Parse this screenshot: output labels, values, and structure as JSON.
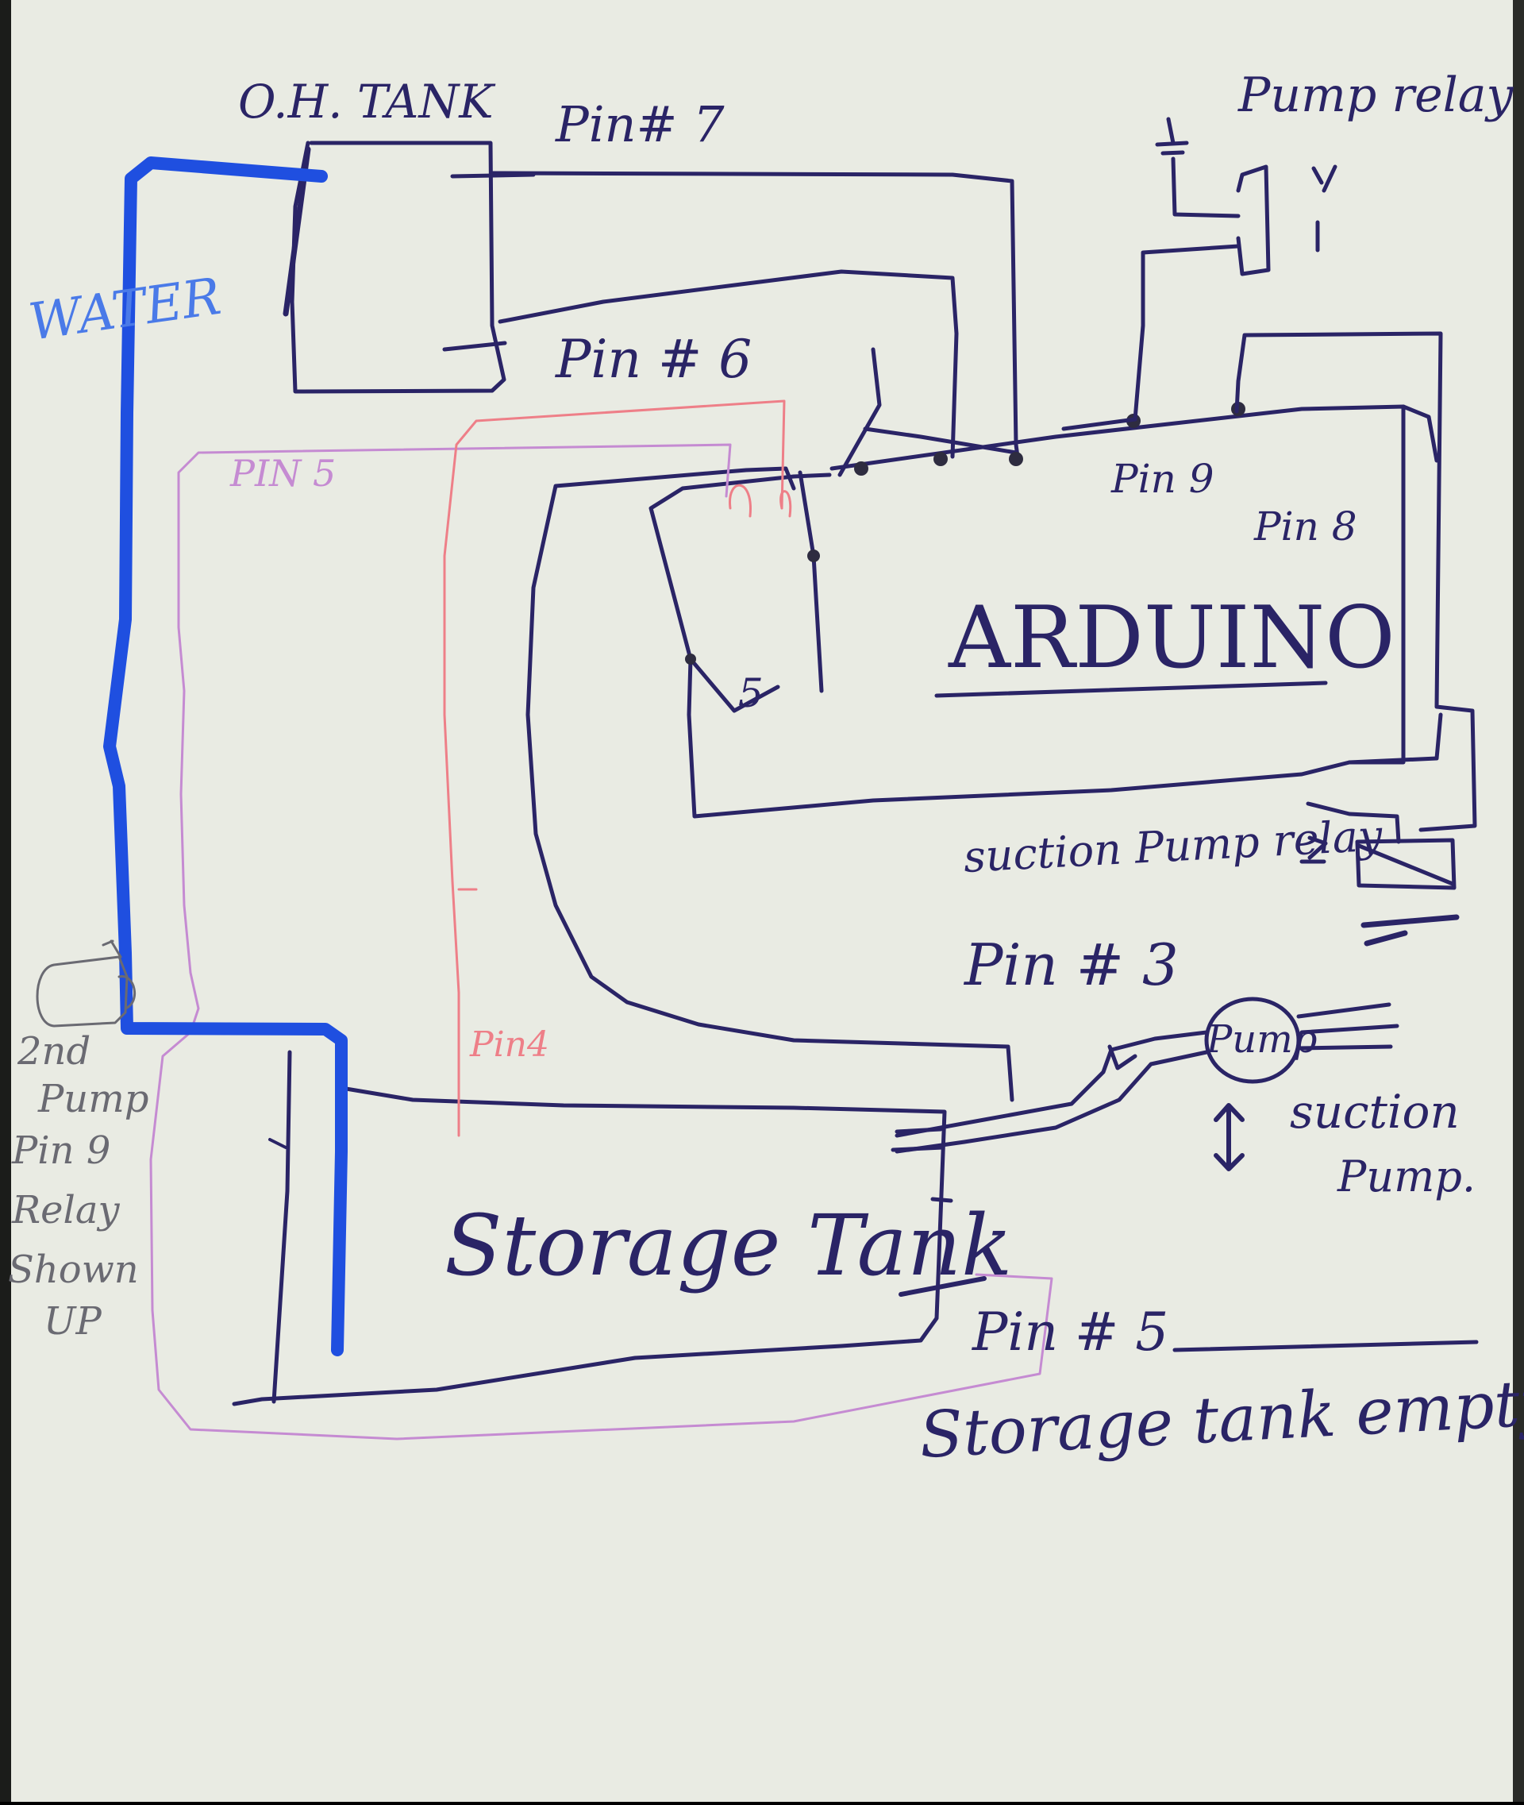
{
  "colors": {
    "paper": "#e9ebe3",
    "ink": "#2a2466",
    "ink_grey": "#2e2c40",
    "water": "#1f4fe0",
    "water_label": "#4a7ae8",
    "pin4_wire": "#ee7f88",
    "pin5_wire": "#c58bd2",
    "pencil": "#6a6a72"
  },
  "labels": {
    "oh_tank": "O.H. TANK",
    "pin7": "Pin# 7",
    "pump_relay": "Pump relay",
    "water": "WATER",
    "pin6": "Pin # 6",
    "pin5_top": "PIN 5",
    "pin9": "Pin 9",
    "pin8": "Pin 8",
    "arduino": "ARDUINO",
    "arduino_mark": "5",
    "suction_pump_relay": "suction Pump relay",
    "pin3": "Pin # 3",
    "pump": "Pump",
    "suction_pump_1": "suction",
    "suction_pump_2": "Pump.",
    "pin4": "Pin4",
    "second_pump_1": "2nd",
    "second_pump_2": "Pump",
    "second_pump_3": "Pin 9",
    "second_pump_4": "Relay",
    "second_pump_5": "Shown",
    "second_pump_6": "UP",
    "storage_tank": "Storage Tank",
    "pin5_bottom": "Pin # 5",
    "storage_empty": "Storage tank empty"
  },
  "icons": [
    "ground-symbol-icon",
    "relay-switch-icon",
    "relay-coil-icon",
    "pump-circle-icon",
    "arrow-up-icon",
    "double-arrow-icon",
    "second-pump-cylinder-icon"
  ]
}
